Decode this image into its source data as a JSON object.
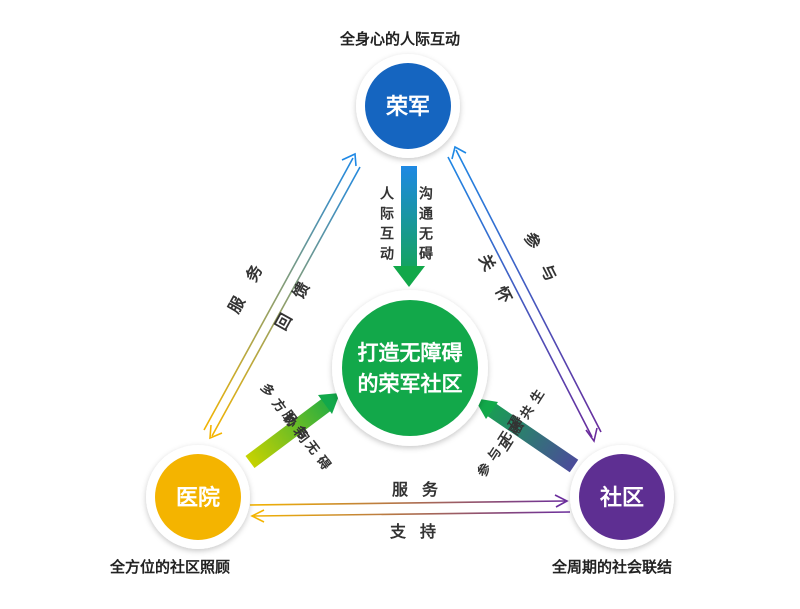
{
  "nodes": {
    "top": {
      "label": "荣军",
      "caption": "全身心的人际互动",
      "color": "#1565c0"
    },
    "left": {
      "label": "医院",
      "caption": "全方位的社区照顾",
      "color": "#f4b400"
    },
    "right": {
      "label": "社区",
      "caption": "全周期的社会联结",
      "color": "#5e2f92"
    },
    "center": {
      "line1": "打造无障碍",
      "line2": "的荣军社区",
      "color": "#12a84a"
    }
  },
  "edges": {
    "left_top_a": "服务",
    "left_top_b": "回馈",
    "right_top_a": "参与",
    "right_top_b": "关怀",
    "bottom_a": "服务",
    "bottom_b": "支持"
  },
  "center_arrows": {
    "top_right": "沟通无碍",
    "top_left": "人际互动",
    "left_a": "多方协同",
    "left_b": "服务无碍",
    "right_a": "互融共生",
    "right_b": "参与无碍"
  }
}
